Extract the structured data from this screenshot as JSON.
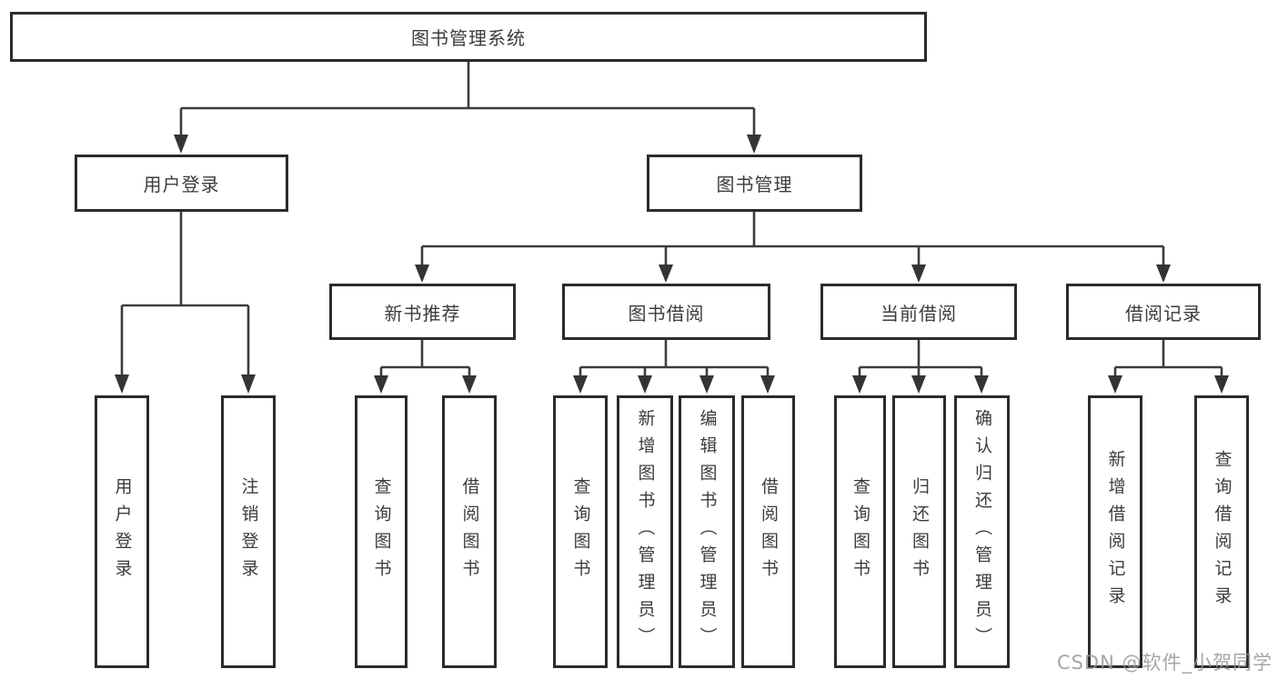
{
  "diagram": {
    "root": {
      "label": "图书管理系统"
    },
    "level2": [
      {
        "label": "用户登录"
      },
      {
        "label": "图书管理"
      }
    ],
    "level3": [
      {
        "label": "新书推荐"
      },
      {
        "label": "图书借阅"
      },
      {
        "label": "当前借阅"
      },
      {
        "label": "借阅记录"
      }
    ],
    "leaves": [
      {
        "parent": "用户登录",
        "label": "用户登录"
      },
      {
        "parent": "用户登录",
        "label": "注销登录"
      },
      {
        "parent": "新书推荐",
        "label": "查询图书"
      },
      {
        "parent": "新书推荐",
        "label": "借阅图书"
      },
      {
        "parent": "图书借阅",
        "label": "查询图书"
      },
      {
        "parent": "图书借阅",
        "label": "新增图书（管理员）"
      },
      {
        "parent": "图书借阅",
        "label": "编辑图书（管理员）"
      },
      {
        "parent": "图书借阅",
        "label": "借阅图书"
      },
      {
        "parent": "当前借阅",
        "label": "查询图书"
      },
      {
        "parent": "当前借阅",
        "label": "归还图书"
      },
      {
        "parent": "当前借阅",
        "label": "确认归还（管理员）"
      },
      {
        "parent": "借阅记录",
        "label": "新增借阅记录"
      },
      {
        "parent": "借阅记录",
        "label": "查询借阅记录"
      }
    ],
    "watermark": "CSDN @软件_小贺同学"
  }
}
